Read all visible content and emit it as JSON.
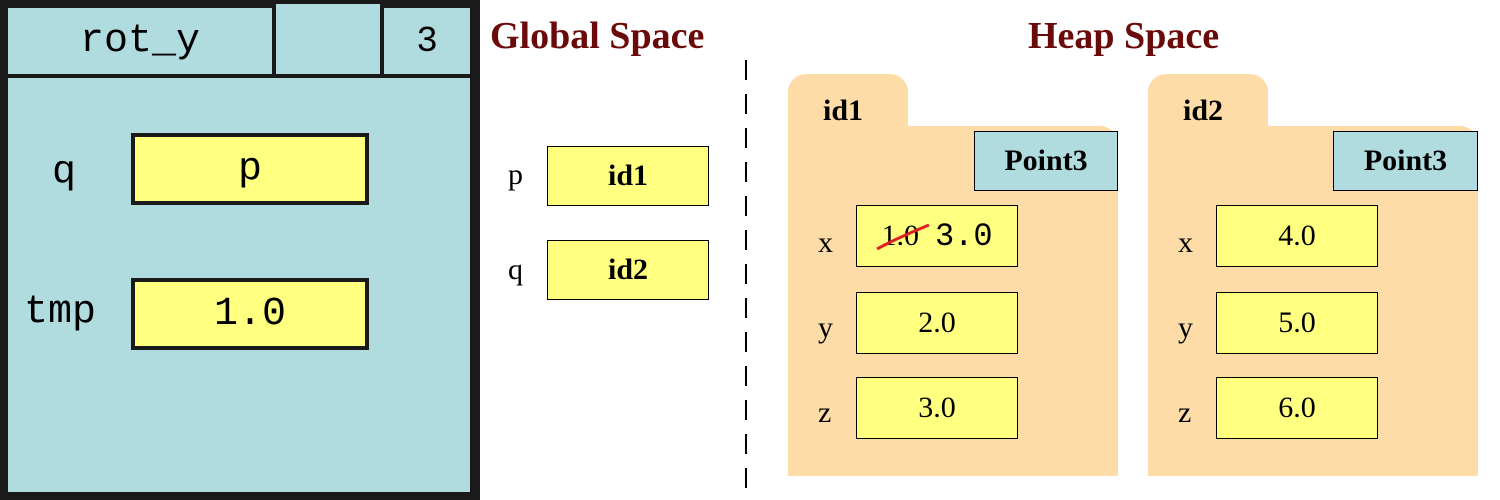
{
  "frame": {
    "name": "rot_y",
    "line": "3",
    "vars": [
      {
        "name": "q",
        "value": "p"
      },
      {
        "name": "tmp",
        "value": "1.0"
      }
    ]
  },
  "global": {
    "title": "Global Space",
    "vars": [
      {
        "name": "p",
        "value": "id1"
      },
      {
        "name": "q",
        "value": "id2"
      }
    ]
  },
  "heap": {
    "title": "Heap Space",
    "objects": [
      {
        "id": "id1",
        "class": "Point3",
        "fields": [
          {
            "name": "x",
            "old_value": "1.0",
            "value": "3.0"
          },
          {
            "name": "y",
            "value": "2.0"
          },
          {
            "name": "z",
            "value": "3.0"
          }
        ]
      },
      {
        "id": "id2",
        "class": "Point3",
        "fields": [
          {
            "name": "x",
            "value": "4.0"
          },
          {
            "name": "y",
            "value": "5.0"
          },
          {
            "name": "z",
            "value": "6.0"
          }
        ]
      }
    ]
  },
  "colors": {
    "frame": "#b0dce0",
    "value_box": "#ffff80",
    "heap_folder": "#fddca8",
    "title": "#6b0a0a",
    "strike": "#e02020"
  }
}
